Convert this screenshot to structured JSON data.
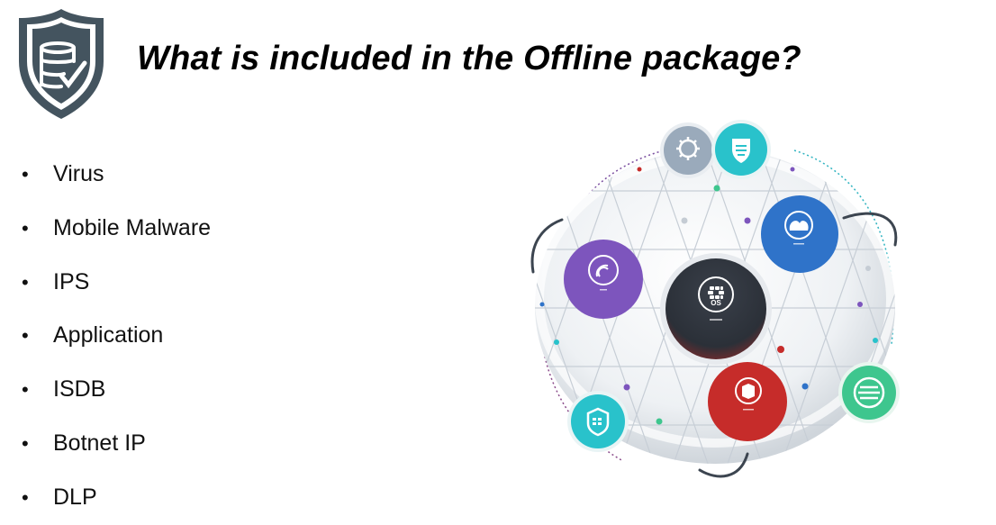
{
  "header": {
    "title": "What is included in the Offline package?",
    "logo_icon": "database-shield-check-icon"
  },
  "bullet_glyph": "•",
  "items": [
    "Virus",
    "Mobile Malware",
    "IPS",
    "Application",
    "ISDB",
    "Botnet IP",
    "DLP"
  ],
  "illustration": {
    "center_label": "OS",
    "icons": [
      "gear-icon",
      "shield-icon",
      "cloud-icon",
      "wifi-icon",
      "network-icon",
      "cube-icon",
      "lines-icon",
      "badge-icon"
    ]
  },
  "colors": {
    "shield": "#44545f",
    "purple": "#7d55bd",
    "blue": "#2f73c9",
    "red": "#c62c2a",
    "teal": "#29c2cb",
    "green": "#3ec68e",
    "gray_blue": "#9aaabb",
    "dark": "#2b3038"
  }
}
